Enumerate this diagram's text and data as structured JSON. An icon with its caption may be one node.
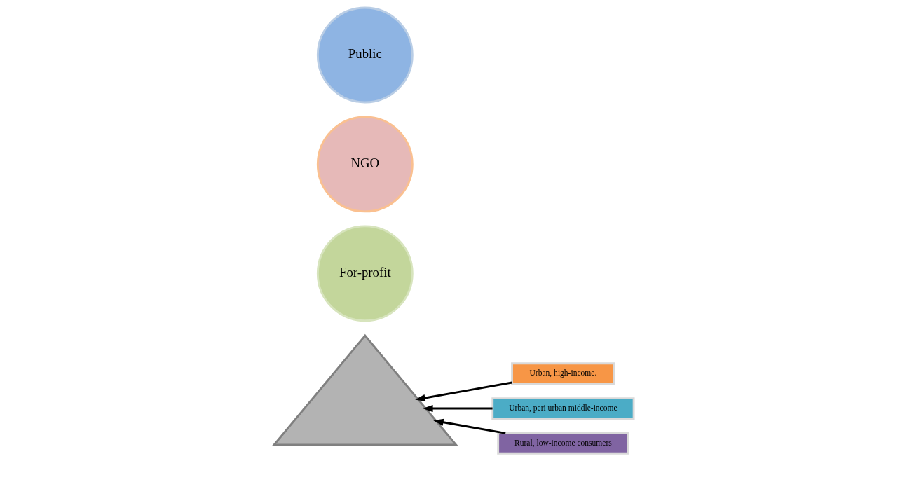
{
  "diagram": {
    "nodes": [
      {
        "text": [],
        "shape": "triangle"
      },
      {
        "text": [
          "For-profit"
        ]
      },
      {
        "text": [
          "NGO"
        ]
      },
      {
        "text": [
          "Public"
        ]
      },
      {
        "text": [
          "Urban, high-income."
        ]
      },
      {
        "text": [
          "Urban, peri urban middle-income"
        ]
      },
      {
        "text": [
          "Rural, low-income consumers"
        ]
      }
    ],
    "edges": [
      {
        "from": 4,
        "to": 0,
        "arrow": "to"
      },
      {
        "from": 5,
        "to": 0,
        "arrow": "to"
      },
      {
        "from": 6,
        "to": 0,
        "arrow": "to"
      }
    ]
  }
}
